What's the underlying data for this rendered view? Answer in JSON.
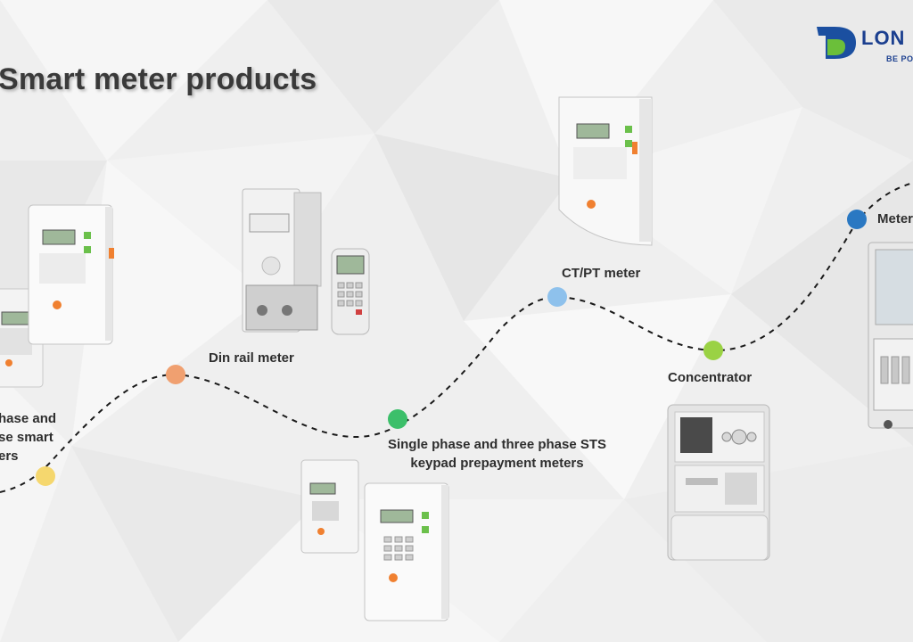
{
  "title": "Smart meter products",
  "logo": {
    "brand": "LON",
    "tagline": "BE PO",
    "colors": {
      "blue": "#1b4fa0",
      "green": "#6bbf3a"
    }
  },
  "labels": {
    "single_three_phase_smart": [
      "hase and",
      "se smart",
      "ers"
    ],
    "din_rail": "Din rail meter",
    "ct_pt": "CT/PT meter",
    "sts_keypad": [
      "Single phase and three phase STS",
      "keypad prepayment meters"
    ],
    "concentrator": "Concentrator",
    "meter_box": "Meter"
  },
  "dot_colors": {
    "yellow": "#f5d76e",
    "orange": "#f0a070",
    "green": "#3cbf6a",
    "light_blue": "#8ec1ec",
    "lime": "#9ad244",
    "blue": "#2a78c2"
  }
}
